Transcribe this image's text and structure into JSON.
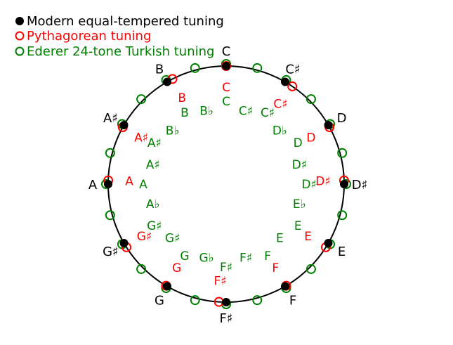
{
  "colors": {
    "modern": "#000000",
    "pythagorean": "#ff0000",
    "turkish": "#008000",
    "circle": "#000000",
    "background": "#ffffff"
  },
  "legend": {
    "modern": "Modern equal-tempered tuning",
    "pythagorean": "Pythagorean tuning",
    "turkish": "Ederer 24-tone Turkish tuning"
  },
  "equal_tempered": {
    "notes": [
      "C",
      "C♯",
      "D",
      "D♯",
      "E",
      "F",
      "F♯",
      "G",
      "G♯",
      "A",
      "A♯",
      "B"
    ],
    "cents": [
      0,
      100,
      200,
      300,
      400,
      500,
      600,
      700,
      800,
      900,
      1000,
      1100
    ]
  },
  "pythagorean": {
    "notes": [
      "C",
      "C♯",
      "D",
      "D♯",
      "E",
      "F",
      "F♯",
      "G",
      "G♯",
      "A",
      "A♯",
      "B"
    ],
    "cents": [
      0,
      113.7,
      203.9,
      294.1,
      407.8,
      498,
      611.7,
      702,
      792.2,
      905.9,
      996.1,
      1109.8
    ]
  },
  "turkish": {
    "notes": [
      "C",
      "C♯",
      "C♯",
      "D♭",
      "D",
      "D♯",
      "D♯",
      "E♭",
      "E",
      "E",
      "F",
      "F♯",
      "F♯",
      "G♭",
      "G",
      "G♯",
      "G♯",
      "A♭",
      "A",
      "A♯",
      "A♯",
      "B♭",
      "B",
      "B♭"
    ],
    "cents": [
      0,
      50,
      100,
      150,
      200,
      250,
      300,
      350,
      400,
      450,
      500,
      550,
      600,
      650,
      700,
      750,
      800,
      850,
      900,
      950,
      1000,
      1050,
      1100,
      1150
    ]
  }
}
